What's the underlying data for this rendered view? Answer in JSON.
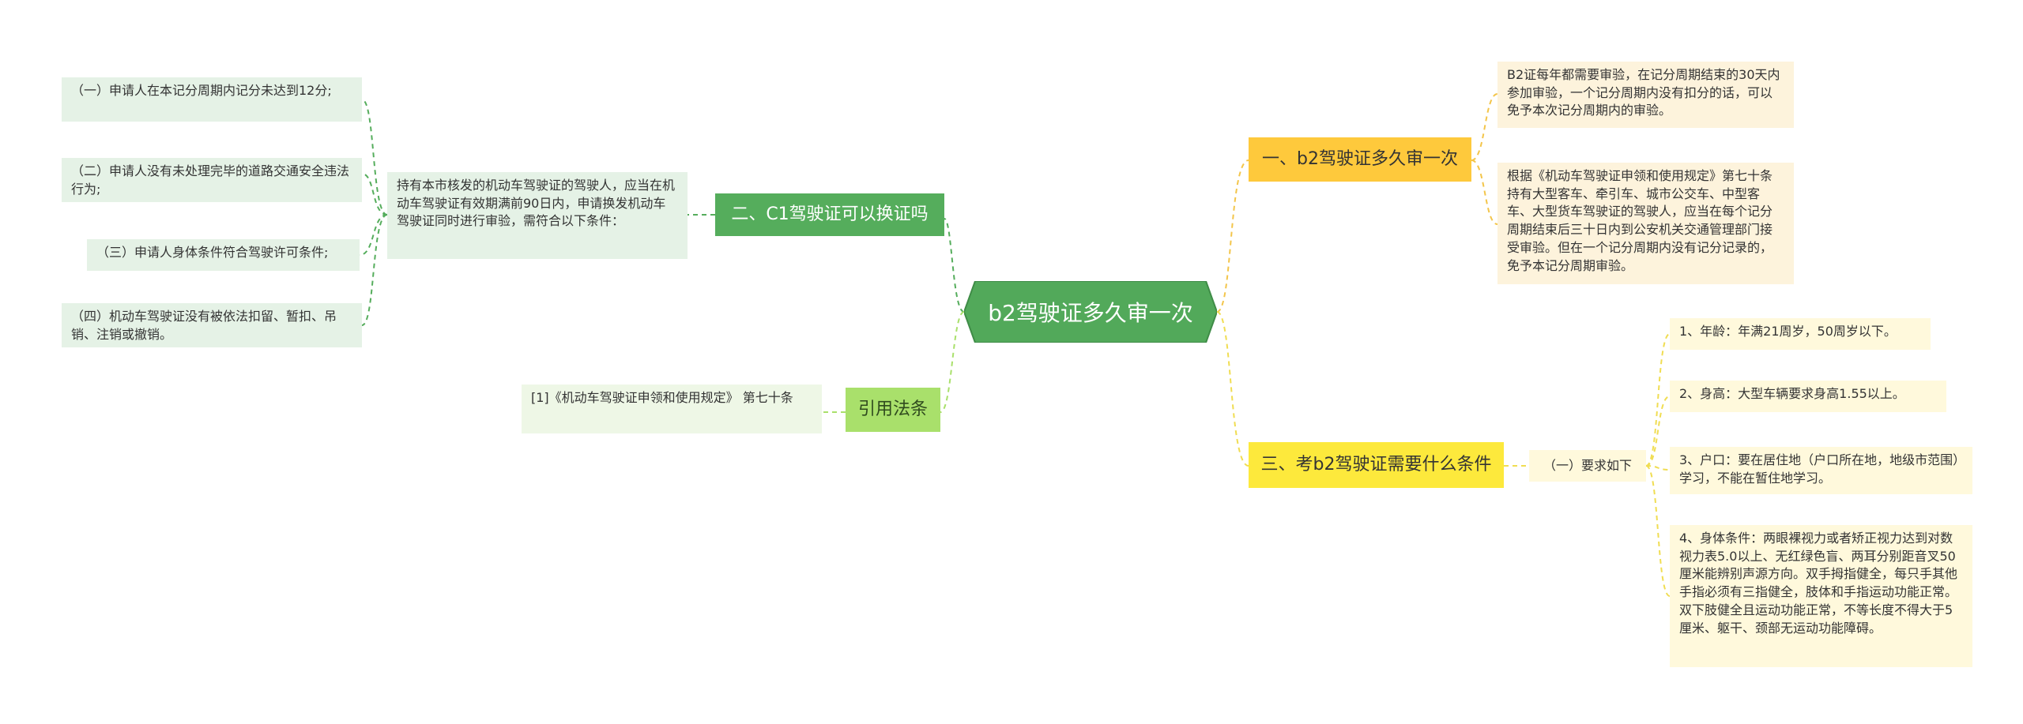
{
  "mindmap": {
    "root": "b2驾驶证多久审一次",
    "left": {
      "c1": {
        "label": "二、C1驾驶证可以换证吗",
        "desc": "持有本市核发的机动车驾驶证的驾驶人，应当在机动车驾驶证有效期满前90日内，申请换发机动车驾驶证同时进行审验，需符合以下条件：",
        "conditions": [
          "（一）申请人在本记分周期内记分未达到12分;",
          "（二）申请人没有未处理完毕的道路交通安全违法行为;",
          "（三）申请人身体条件符合驾驶许可条件;",
          "（四）机动车驾驶证没有被依法扣留、暂扣、吊销、注销或撤销。"
        ]
      },
      "cite": {
        "label": "引用法条",
        "text": "[1]《机动车驾驶证申领和使用规定》 第七十条"
      }
    },
    "right": {
      "b1": {
        "label": "一、b2驾驶证多久审一次",
        "notes": [
          "B2证每年都需要审验，在记分周期结束的30天内参加审验，一个记分周期内没有扣分的话，可以免予本次记分周期内的审验。",
          "根据《机动车驾驶证申领和使用规定》第七十条 持有大型客车、牵引车、城市公交车、中型客车、大型货车驾驶证的驾驶人，应当在每个记分周期结束后三十日内到公安机关交通管理部门接受审验。但在一个记分周期内没有记分记录的，免予本记分周期审验。"
        ]
      },
      "b3": {
        "label": "三、考b2驾驶证需要什么条件",
        "sub": "（一）要求如下",
        "items": [
          "1、年龄：年满21周岁，50周岁以下。",
          "2、身高：大型车辆要求身高1.55以上。",
          "3、户口：要在居住地（户口所在地，地级市范围）学习，不能在暂住地学习。",
          "4、身体条件：两眼裸视力或者矫正视力达到对数视力表5.0以上、无红绿色盲、两耳分别距音叉50厘米能辨别声源方向。双手拇指健全，每只手其他手指必须有三指健全，肢体和手指运动功能正常。双下肢健全且运动功能正常，不等长度不得大于5厘米、躯干、颈部无运动功能障碍。"
        ]
      }
    }
  },
  "colors": {
    "root": "#52a95a",
    "green_branch": "#55ad5c",
    "lime_branch": "#a9e06b",
    "orange_branch": "#fec93c",
    "yellow_branch": "#fde93c",
    "green_link": "#55ad5c",
    "lime_link": "#a9e06b",
    "orange_link": "#f3c54a",
    "yellow_link": "#f0dd52"
  }
}
